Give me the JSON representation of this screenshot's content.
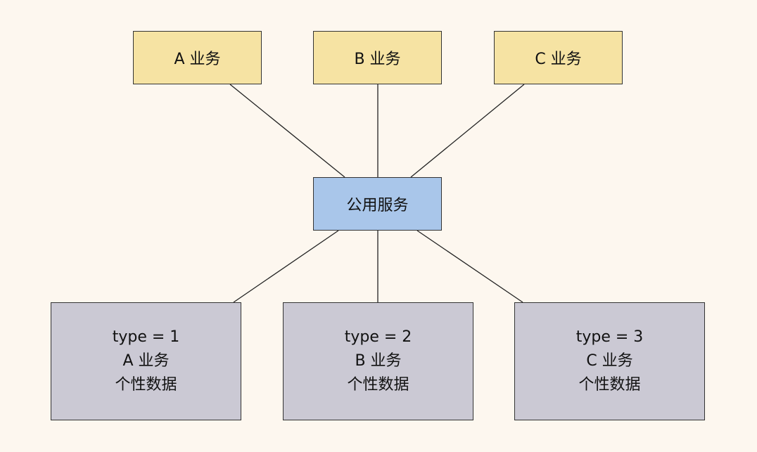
{
  "top_boxes": [
    {
      "label": "A 业务"
    },
    {
      "label": "B 业务"
    },
    {
      "label": "C 业务"
    }
  ],
  "service": {
    "label": "公用服务"
  },
  "bottom_boxes": [
    {
      "line1": "type = 1",
      "line2": "A 业务",
      "line3": "个性数据"
    },
    {
      "line1": "type = 2",
      "line2": "B 业务",
      "line3": "个性数据"
    },
    {
      "line1": "type = 3",
      "line2": "C 业务",
      "line3": "个性数据"
    }
  ],
  "colors": {
    "background": "#fdf7ef",
    "business": "#f6e3a3",
    "service": "#a9c6ea",
    "data": "#cbc9d4"
  }
}
